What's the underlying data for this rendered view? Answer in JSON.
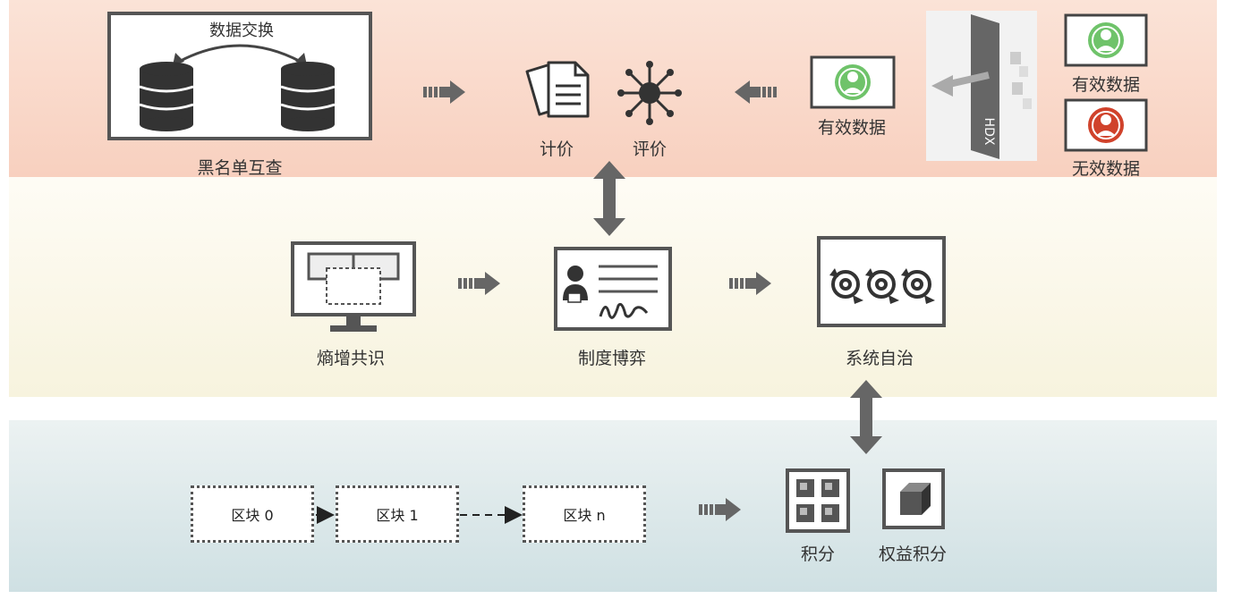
{
  "top": {
    "exchange_label": "数据交换",
    "blacklist_label": "黑名单互查",
    "pricing_label": "计价",
    "rating_label": "评价",
    "valid_data_label": "有效数据",
    "hdx_label": "HDX",
    "valid_data_right_label": "有效数据",
    "invalid_data_label": "无效数据",
    "colors": {
      "valid": "#6fc36a",
      "invalid": "#d0422b"
    }
  },
  "middle": {
    "entropy_label": "熵增共识",
    "institution_label": "制度博弈",
    "autonomy_label": "系统自治"
  },
  "bottom": {
    "blocks": [
      "区块 0",
      "区块 1",
      "区块 n"
    ],
    "points_label": "积分",
    "equity_label": "权益积分"
  }
}
